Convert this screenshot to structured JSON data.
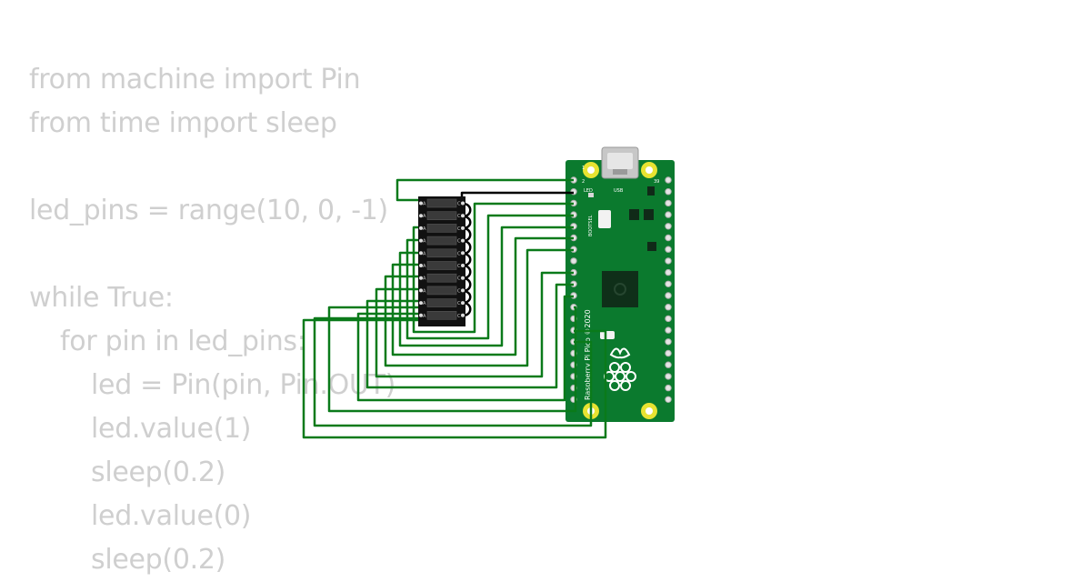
{
  "code": {
    "lines": [
      {
        "indent": 0,
        "text": "from machine import Pin"
      },
      {
        "indent": 0,
        "text": "from time import sleep"
      },
      {
        "indent": 0,
        "text": ""
      },
      {
        "indent": 0,
        "text": "led_pins = range(10, 0, -1)"
      },
      {
        "indent": 0,
        "text": ""
      },
      {
        "indent": 0,
        "text": "while True:"
      },
      {
        "indent": 1,
        "text": "for pin in led_pins:"
      },
      {
        "indent": 2,
        "text": "led = Pin(pin, Pin.OUT)"
      },
      {
        "indent": 2,
        "text": "led.value(1)"
      },
      {
        "indent": 2,
        "text": "sleep(0.2)"
      },
      {
        "indent": 2,
        "text": "led.value(0)"
      },
      {
        "indent": 2,
        "text": "sleep(0.2)"
      }
    ]
  },
  "board": {
    "model_label": "Raspberry Pi Pico ©2020",
    "led_label": "LED",
    "usb_label": "USB",
    "bootsel_label": "BOOTSEL",
    "pin1_label": "1",
    "pin2_label": "2",
    "pin39_label": "39",
    "color": "#0b7a2e"
  },
  "bargraph": {
    "segments": 10,
    "pin_labels": [
      "A",
      "C"
    ],
    "color": "#111111"
  },
  "wires": {
    "signal_color": "#0a7a1a",
    "ground_color": "#000000"
  }
}
